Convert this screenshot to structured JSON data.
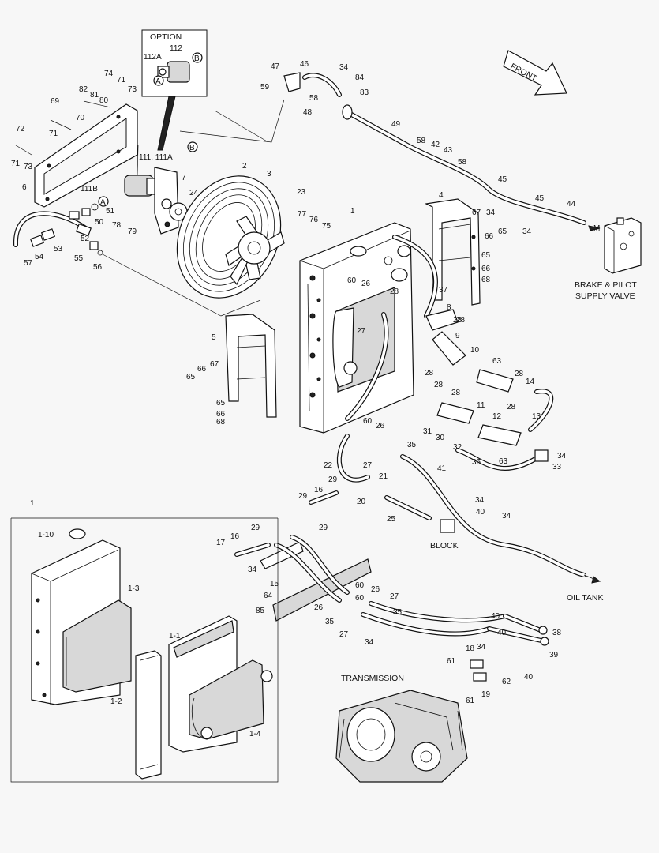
{
  "labels": {
    "option": "OPTION",
    "front": "FRONT",
    "brake_valve_1": "BRAKE & PILOT",
    "brake_valve_2": "SUPPLY VALVE",
    "block": "BLOCK",
    "oil_tank": "OIL TANK",
    "transmission": "TRANSMISSION",
    "circle_a": "A",
    "circle_b": "B",
    "valve_m": "M"
  },
  "callouts": [
    "112",
    "112A",
    "74",
    "71",
    "73",
    "82",
    "81",
    "80",
    "69",
    "70",
    "71",
    "72",
    "71",
    "73",
    "6",
    "111, 111A",
    "7",
    "111B",
    "24",
    "51",
    "50",
    "78",
    "79",
    "52",
    "53",
    "54",
    "57",
    "55",
    "56",
    "2",
    "3",
    "23",
    "1",
    "77",
    "76",
    "75",
    "47",
    "46",
    "59",
    "58",
    "48",
    "34",
    "84",
    "83",
    "49",
    "58",
    "42",
    "43",
    "58",
    "45",
    "45",
    "44",
    "34",
    "34",
    "4",
    "67",
    "66",
    "65",
    "65",
    "66",
    "68",
    "37",
    "60",
    "26",
    "28",
    "8",
    "27",
    "28",
    "9",
    "28",
    "10",
    "63",
    "28",
    "28",
    "14",
    "28",
    "11",
    "28",
    "12",
    "13",
    "28",
    "5",
    "66",
    "67",
    "65",
    "65",
    "66",
    "68",
    "31",
    "30",
    "32",
    "36",
    "63",
    "34",
    "33",
    "60",
    "26",
    "27",
    "22",
    "35",
    "41",
    "29",
    "16",
    "20",
    "21",
    "25",
    "34",
    "40",
    "34",
    "29",
    "16",
    "29",
    "17",
    "29",
    "34",
    "15",
    "64",
    "85",
    "60",
    "26",
    "27",
    "60",
    "26",
    "35",
    "27",
    "35",
    "34",
    "40",
    "40",
    "34",
    "40",
    "38",
    "39",
    "18",
    "61",
    "62",
    "61",
    "19",
    "1",
    "1-10",
    "1-3",
    "1-1",
    "1-2",
    "1-4"
  ]
}
